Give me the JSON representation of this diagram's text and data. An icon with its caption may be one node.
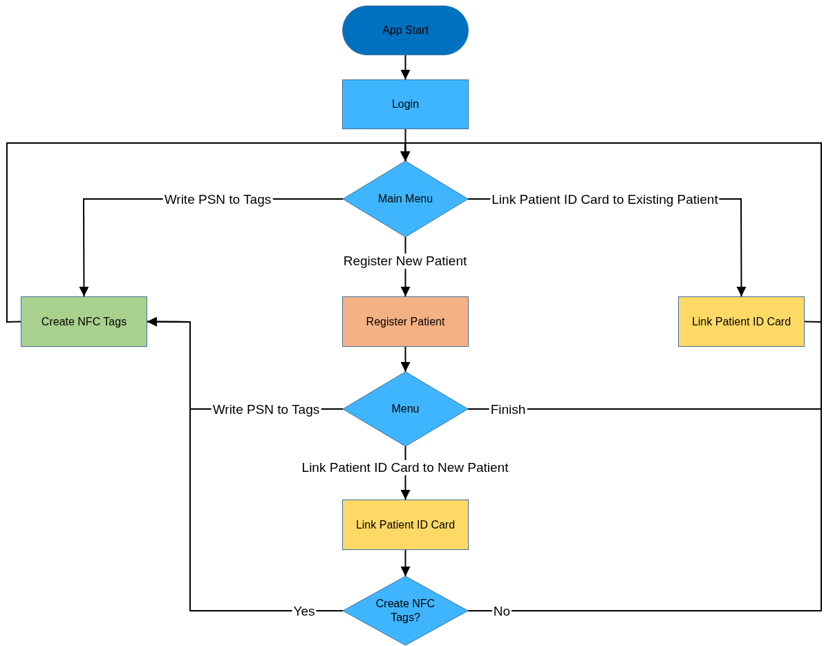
{
  "diagram": {
    "nodes": [
      {
        "text": [
          "App Start"
        ]
      },
      {
        "text": [
          "Login"
        ]
      },
      {
        "text": [
          "Main Menu"
        ]
      },
      {
        "text": [
          "Create NFC Tags"
        ]
      },
      {
        "text": [
          "Register Patient"
        ]
      },
      {
        "text": [
          "Link Patient ID Card"
        ]
      },
      {
        "text": [
          "Menu"
        ]
      },
      {
        "text": [
          "Link Patient ID Card"
        ]
      },
      {
        "text": [
          "Create NFC Tags?"
        ]
      }
    ],
    "edges": [
      {
        "from": 0,
        "to": 1,
        "arrow": "to"
      },
      {
        "from": 1,
        "to": 2,
        "arrow": "to"
      },
      {
        "from": 2,
        "to": 3,
        "arrow": "to",
        "label": "Write PSN to Tags"
      },
      {
        "from": 2,
        "to": 4,
        "arrow": "to",
        "label": "Register New Patient"
      },
      {
        "from": 2,
        "to": 5,
        "arrow": "to",
        "label": "Link Patient ID Card to Existing Patient"
      },
      {
        "from": 3,
        "to": 2,
        "arrow": "to"
      },
      {
        "from": 5,
        "to": 2,
        "arrow": "to"
      },
      {
        "from": 4,
        "to": 6,
        "arrow": "to"
      },
      {
        "from": 6,
        "to": 3,
        "arrow": "to",
        "label": "Write PSN to Tags"
      },
      {
        "from": 6,
        "to": 2,
        "arrow": "to",
        "label": "Finish"
      },
      {
        "from": 6,
        "to": 7,
        "arrow": "to",
        "label": "Link Patient ID Card to New Patient"
      },
      {
        "from": 7,
        "to": 8,
        "arrow": "to"
      },
      {
        "from": 8,
        "to": 3,
        "arrow": "to",
        "label": "Yes"
      },
      {
        "from": 8,
        "to": 2,
        "arrow": "to",
        "label": "No"
      }
    ]
  }
}
